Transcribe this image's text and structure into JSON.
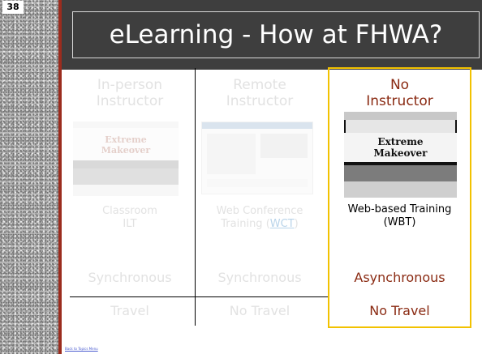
{
  "slide": {
    "number": "38",
    "title": "eLearning - How at FHWA?"
  },
  "columns": [
    {
      "heading_line1": "In-person",
      "heading_line2": "Instructor",
      "thumb_text_line1": "Extreme",
      "thumb_text_line2": "Makeover",
      "label_line1": "Classroom",
      "label_line2": "ILT",
      "mode": "Synchronous",
      "travel": "Travel"
    },
    {
      "heading_line1": "Remote",
      "heading_line2": "Instructor",
      "label_line1": "Web Conference",
      "label_line2_prefix": "Training (",
      "label_line2_link": "WCT",
      "label_line2_suffix": ")",
      "mode": "Synchronous",
      "travel": "No Travel"
    },
    {
      "heading_line1": "No",
      "heading_line2": "Instructor",
      "thumb_text_line1": "Extreme",
      "thumb_text_line2": "Makeover",
      "label_line1": "Web-based Training",
      "label_line2": "(WBT)",
      "mode": "Asynchronous",
      "travel": "No Travel"
    }
  ],
  "footer": {
    "back_link": "Back to Topics Menu"
  },
  "colors": {
    "accent_red": "#8a2a12",
    "highlight_yellow": "#f2c200",
    "title_bg": "#3e3e3e"
  }
}
